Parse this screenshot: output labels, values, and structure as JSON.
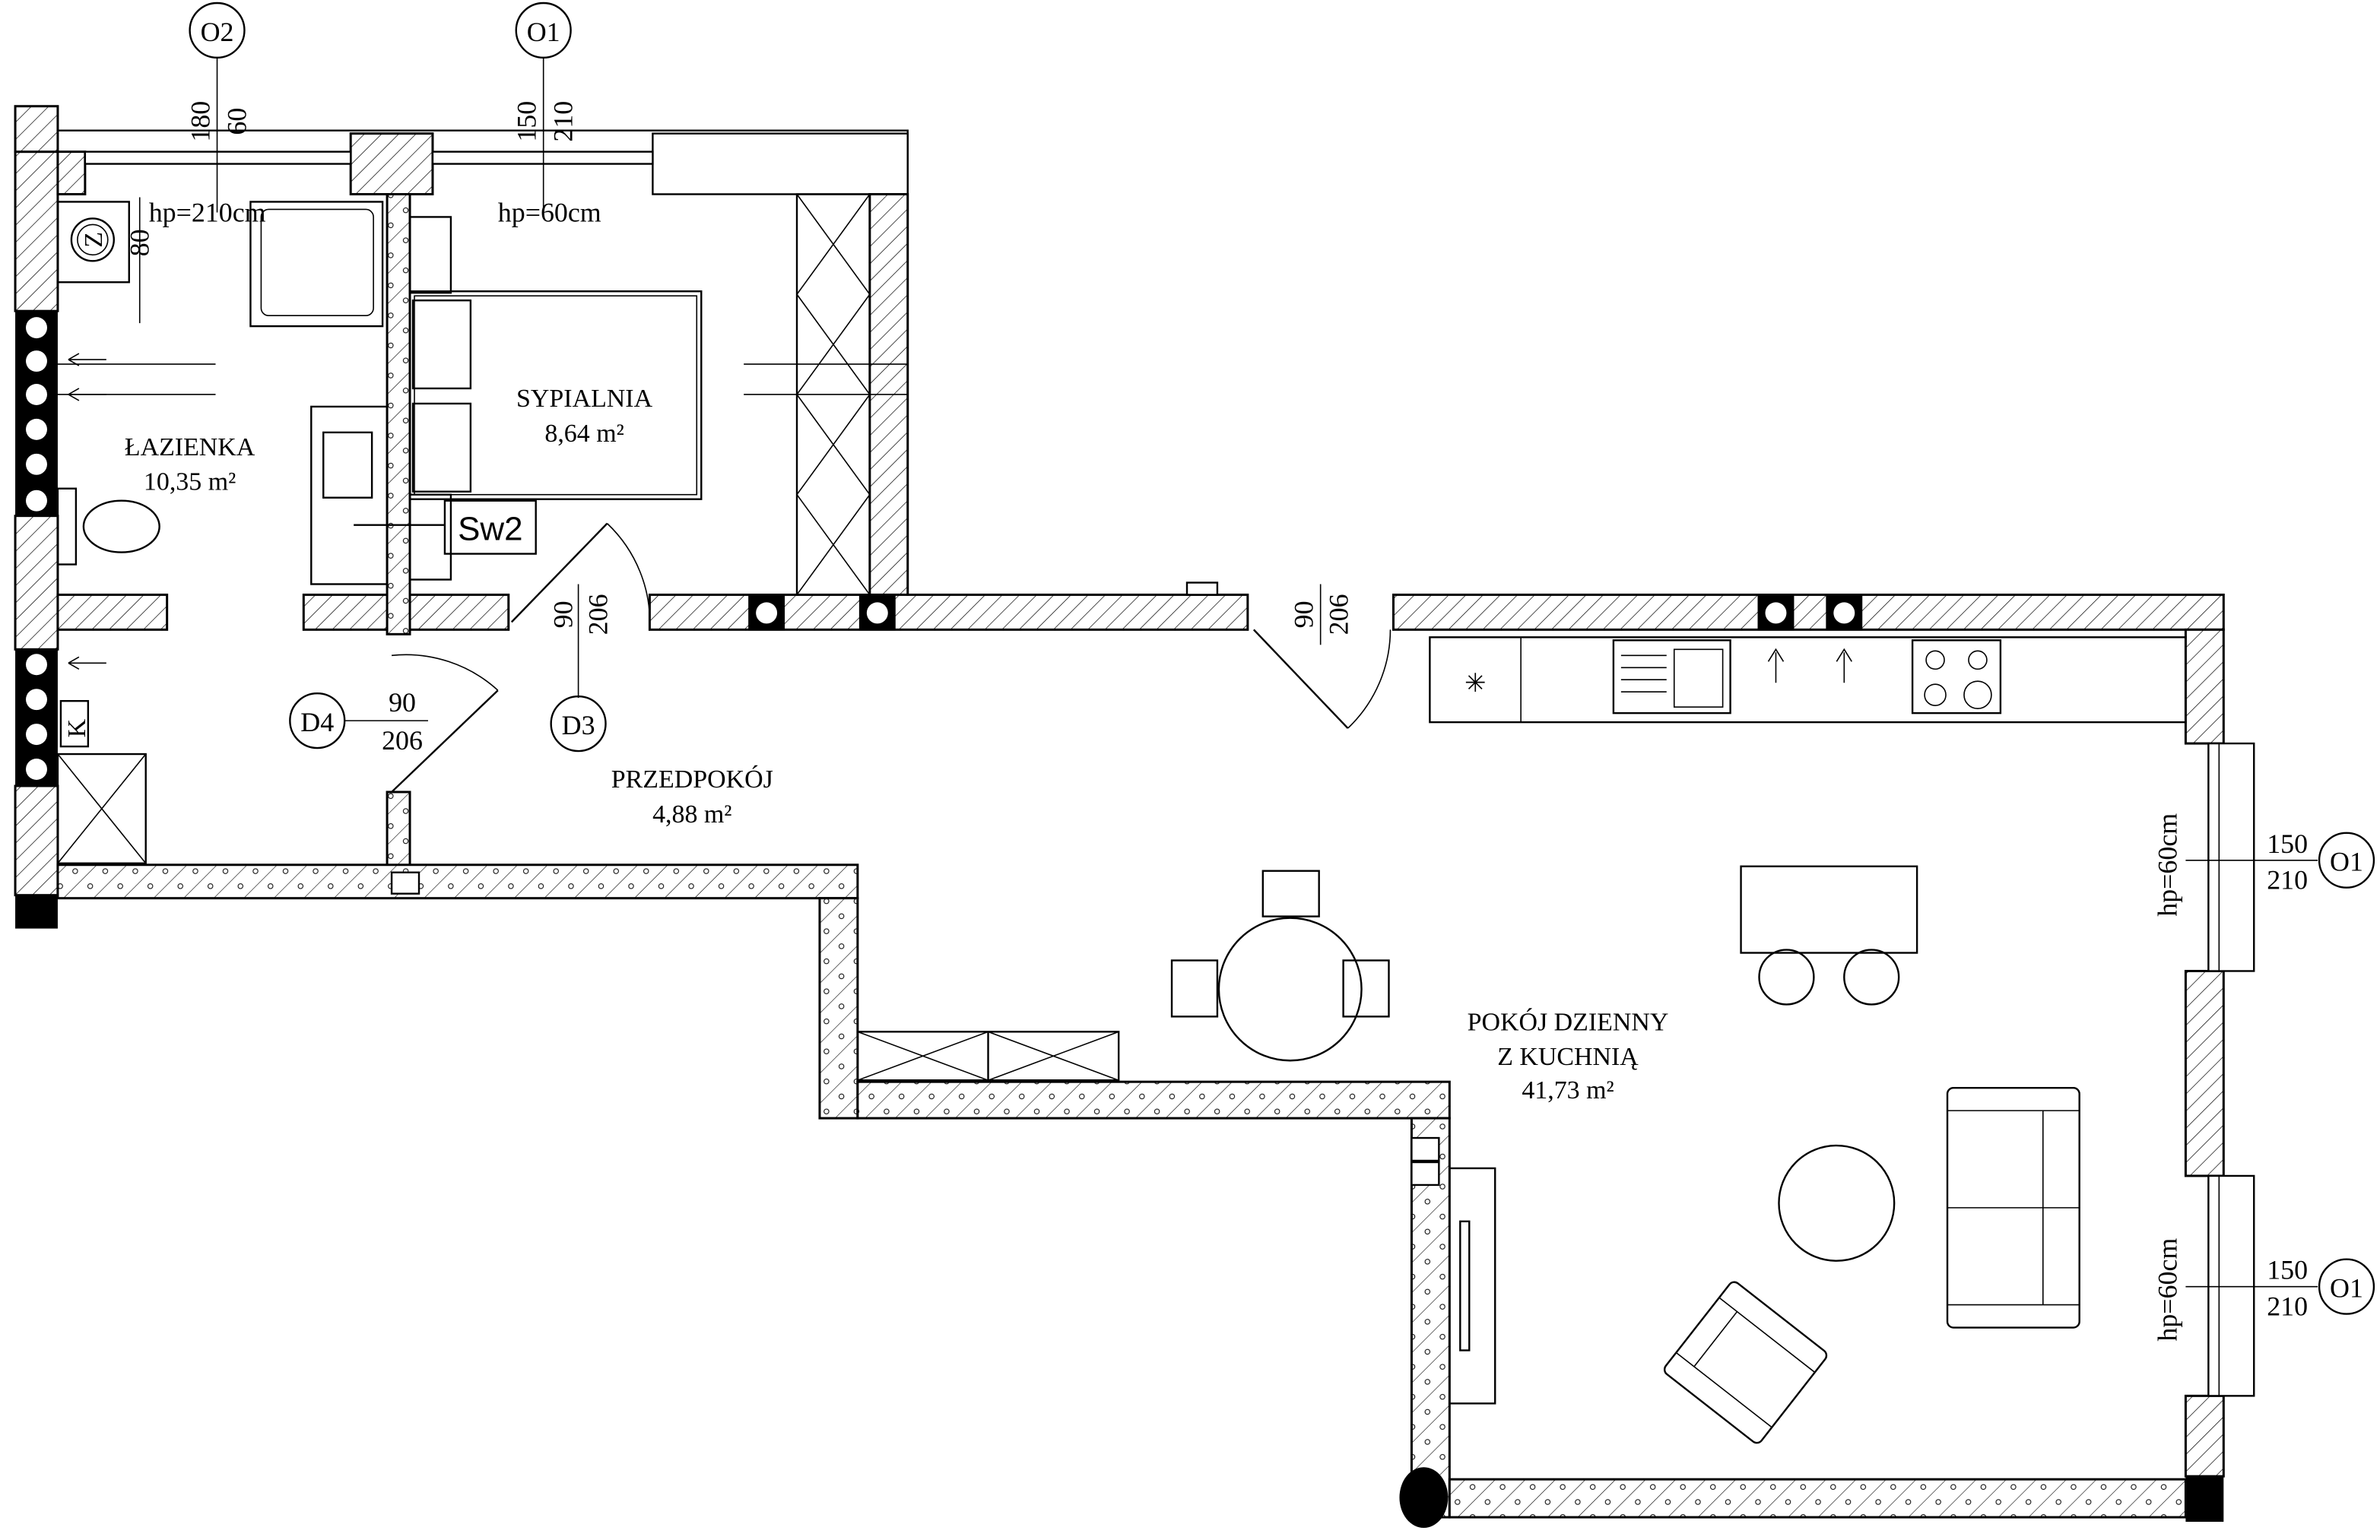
{
  "rooms": [
    {
      "name": "ŁAZIENKA",
      "area": "10,35 m²"
    },
    {
      "name": "SYPIALNIA",
      "area": "8,64 m²"
    },
    {
      "name": "PRZEDPOKÓJ",
      "area": "4,88 m²"
    },
    {
      "name_line1": "POKÓJ DZIENNY",
      "name_line2": "Z KUCHNIĄ",
      "area": "41,73 m²"
    }
  ],
  "windows": [
    {
      "tag": "O2",
      "width": "180",
      "height": "60",
      "hp": "hp=210cm"
    },
    {
      "tag": "O1",
      "width": "150",
      "height": "210",
      "hp": "hp=60cm"
    },
    {
      "tag": "O1",
      "width": "150",
      "height": "210",
      "hp": "hp=60cm"
    },
    {
      "tag": "O1",
      "width": "150",
      "height": "210",
      "hp": "hp=60cm"
    }
  ],
  "doors": [
    {
      "tag": "D4",
      "width": "90",
      "height": "206"
    },
    {
      "tag": "D3",
      "width": "90",
      "height": "206"
    },
    {
      "width": "90",
      "height": "206"
    }
  ],
  "annotations": {
    "dim_80": "80",
    "sw2": "Sw2",
    "boiler_mark": "Z",
    "k_mark": "K"
  }
}
